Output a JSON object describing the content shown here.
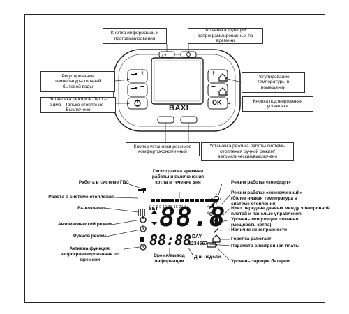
{
  "top": {
    "info_button": "Кнопка информации и\nпрограммирования",
    "program_functions": "Установка функций\nзапрограммированных по времени",
    "dhw_temp": "Регулирование\nтемпературы горячей\nбытовой воды",
    "summer_winter": "Установка режимов Лето –\nЗима - Только отопление -\nВыключено",
    "room_temp": "Регулирование\nтемпературы в\nпомещении",
    "confirm_button": "Кнопка подтверждения\nустановки",
    "comfort_eco": "Кнопка установки режимов\nкомфорт/экономичный",
    "heating_mode": "Установка режима работы системы\nотопления ручной режим/\nавтоматический/выключено"
  },
  "device": {
    "brand": "BAXI",
    "info_key": "i ?",
    "ok_key": "OK"
  },
  "bottom": {
    "histogram": "Гистограмма времени\nработы и выключения\nкотла в течение дня",
    "dhw_mode": "Работа в системе ГВС",
    "heating_mode": "Работа в системе отопления",
    "off": "Выключено",
    "auto_mode": "Автоматический режим",
    "manual_mode": "Ручной режим",
    "active_function": "Активна функция,\nзапрограммированная по\nвремени",
    "time_output": "Время/вывод\nинформации",
    "weekdays": "Дни недели",
    "comfort": "Режим работы «комфорт»",
    "economy": "Режим работы «экономичный»\n(более низкая температура в\nсистеме отопления)",
    "data_transfer": "Идет передача данных между электронной\nплатой и панелью управления",
    "flame_level": "Уровень модуляции пламени\n(мощность котла)",
    "fault": "Наличие неисправности",
    "burner_on": "Горелка работает",
    "parameter": "Параметр электронной платы",
    "battery": "Уровень зарядки батареи"
  },
  "lcd": {
    "hours": "0  3  6  9  12  15  18  21  24",
    "set": "SET",
    "big_digits": "88.8",
    "unit_f": "°F",
    "unit_c": "°C",
    "clock": "88:88",
    "day": "DAY",
    "days": "1234567"
  }
}
